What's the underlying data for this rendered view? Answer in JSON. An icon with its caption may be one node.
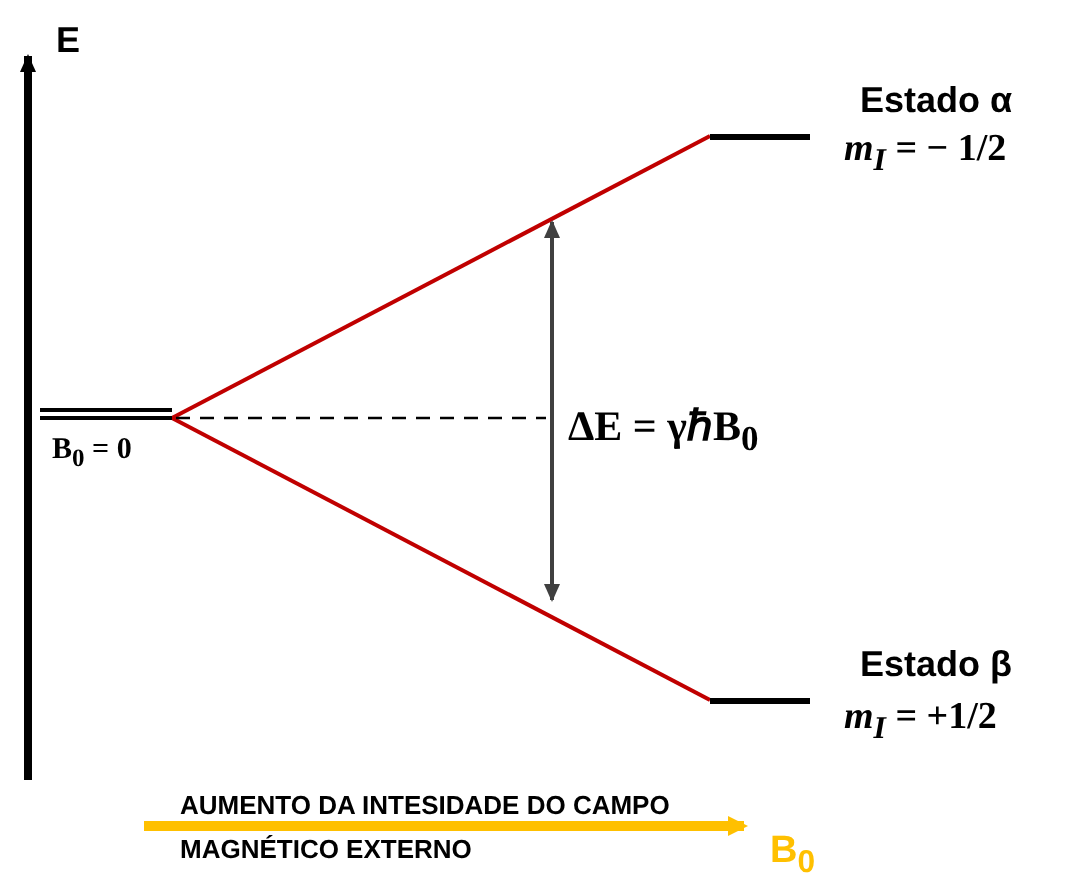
{
  "diagram": {
    "nodes": [
      {
        "text": [
          "B$_{0}$ = 0"
        ]
      },
      {
        "text": [
          "Estado α",
          "*m$_{I}$* = − 1/2"
        ]
      },
      {
        "text": [
          "Estado β",
          "*m$_{I}$* = +1/2"
        ]
      }
    ],
    "edges": [
      {
        "from": 0,
        "to": 1,
        "arrow": "none",
        "color": "#c00000"
      },
      {
        "from": 0,
        "to": 2,
        "arrow": "none",
        "color": "#c00000"
      }
    ],
    "labels": [
      "E",
      "ΔE = γℏB$_{0}$",
      "AUMENTO DA INTESIDADE DO CAMPO MAGNÉTICO EXTERNO",
      "B$_{0}$"
    ]
  }
}
